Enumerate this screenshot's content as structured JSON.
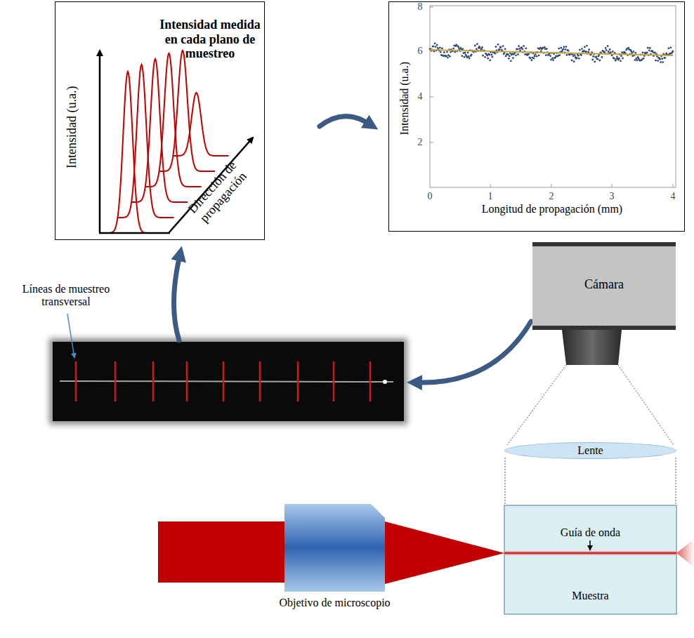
{
  "diagram": {
    "nodes": [
      {
        "text": [
          "Intensidad medida en cada plano de muestreo",
          "Intensidad (u.a.)",
          "Dirección de propagación"
        ]
      },
      {
        "text": [
          "Intensidad (u.a.)",
          "Longitud de propagación (mm)"
        ]
      },
      {
        "text": [
          "Líneas de muestreo transversal"
        ]
      },
      {
        "text": [
          "Cámara"
        ]
      },
      {
        "text": [
          "Lente"
        ]
      },
      {
        "text": [
          "Guía de onda",
          "Muestra"
        ]
      },
      {
        "text": [
          "Objetivo de microscopio"
        ]
      }
    ],
    "edges": [
      {
        "from": 3,
        "to": 2,
        "arrow": "to"
      },
      {
        "from": 2,
        "to": 0,
        "arrow": "to"
      },
      {
        "from": 0,
        "to": 1,
        "arrow": "to"
      }
    ],
    "labels": [
      "8",
      "6",
      "4",
      "2",
      "0",
      "1",
      "2",
      "3",
      "4"
    ]
  }
}
